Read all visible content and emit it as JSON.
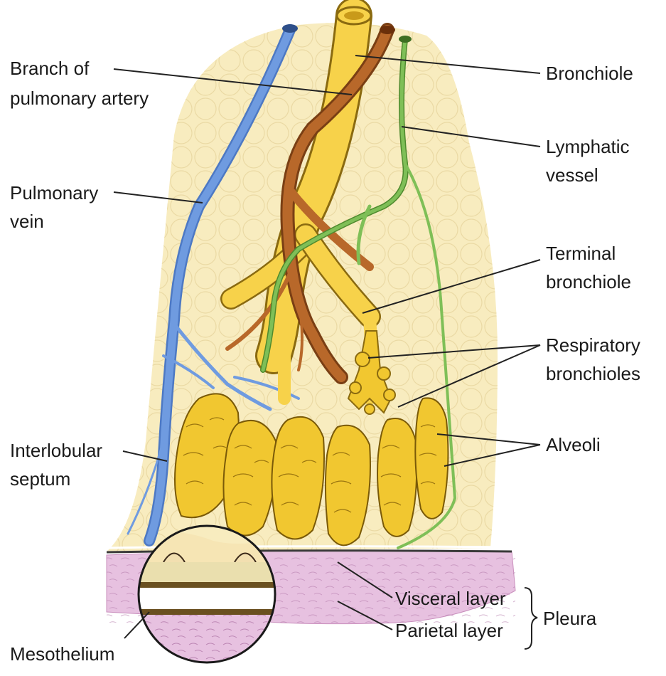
{
  "labels": {
    "branch_pulmonary_artery": [
      "Branch of",
      "pulmonary artery"
    ],
    "pulmonary_vein": [
      "Pulmonary",
      "vein"
    ],
    "interlobular_septum": [
      "Interlobular",
      "septum"
    ],
    "mesothelium": "Mesothelium",
    "bronchiole": "Bronchiole",
    "lymphatic_vessel": [
      "Lymphatic",
      "vessel"
    ],
    "terminal_bronchiole": [
      "Terminal",
      "bronchiole"
    ],
    "respiratory_bronchioles": [
      "Respiratory",
      "bronchioles"
    ],
    "alveoli": "Alveoli",
    "visceral_layer": "Visceral layer",
    "parietal_layer": "Parietal layer",
    "pleura": "Pleura"
  },
  "colors": {
    "lobule_fill": "#f8ecbf",
    "bronchiole": "#f7d24a",
    "bronchiole_edge": "#8a6a10",
    "artery": "#b8682a",
    "vein": "#6f9be0",
    "lymphatic": "#7fbf57",
    "alveoli": "#f1c730",
    "pleura": "#e7c1e0",
    "leader": "#222222"
  }
}
